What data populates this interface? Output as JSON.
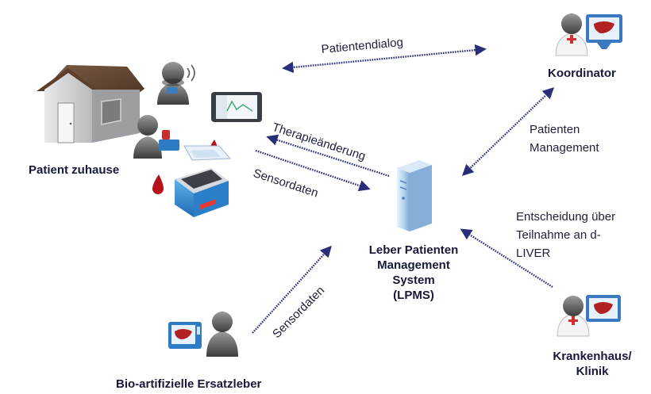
{
  "nodes": {
    "patient_home": "Patient zuhause",
    "coordinator": "Koordinator",
    "lpms": [
      "Leber Patienten",
      "Management",
      "System",
      "(LPMS)"
    ],
    "hospital": [
      "Krankenhaus/",
      "Klinik"
    ],
    "bio_liver": "Bio-artifizielle Ersatzleber"
  },
  "edges": {
    "patient_dialog": "Patientendialog",
    "therapy_change": "Therapieänderung",
    "sensor_data_home": "Sensordaten",
    "sensor_data_bio": "Sensordaten",
    "patient_management": [
      "Patienten",
      "Management"
    ],
    "decision": [
      "Entscheidung über",
      "Teilnahme an d-",
      "LIVER"
    ]
  },
  "colors": {
    "arrow": "#2a2d78",
    "arrow_dot": "#6c70b8",
    "text": "#1c1f3a"
  },
  "icons": [
    "house-icon",
    "patient-wireless-icon",
    "tablet-icon",
    "patient-device-icon",
    "blood-drop-icon",
    "test-strip-icon",
    "blood-analyzer-icon",
    "server-tower-icon",
    "coordinator-doctor-icon",
    "hospital-doctor-icon",
    "bio-liver-patient-icon"
  ]
}
